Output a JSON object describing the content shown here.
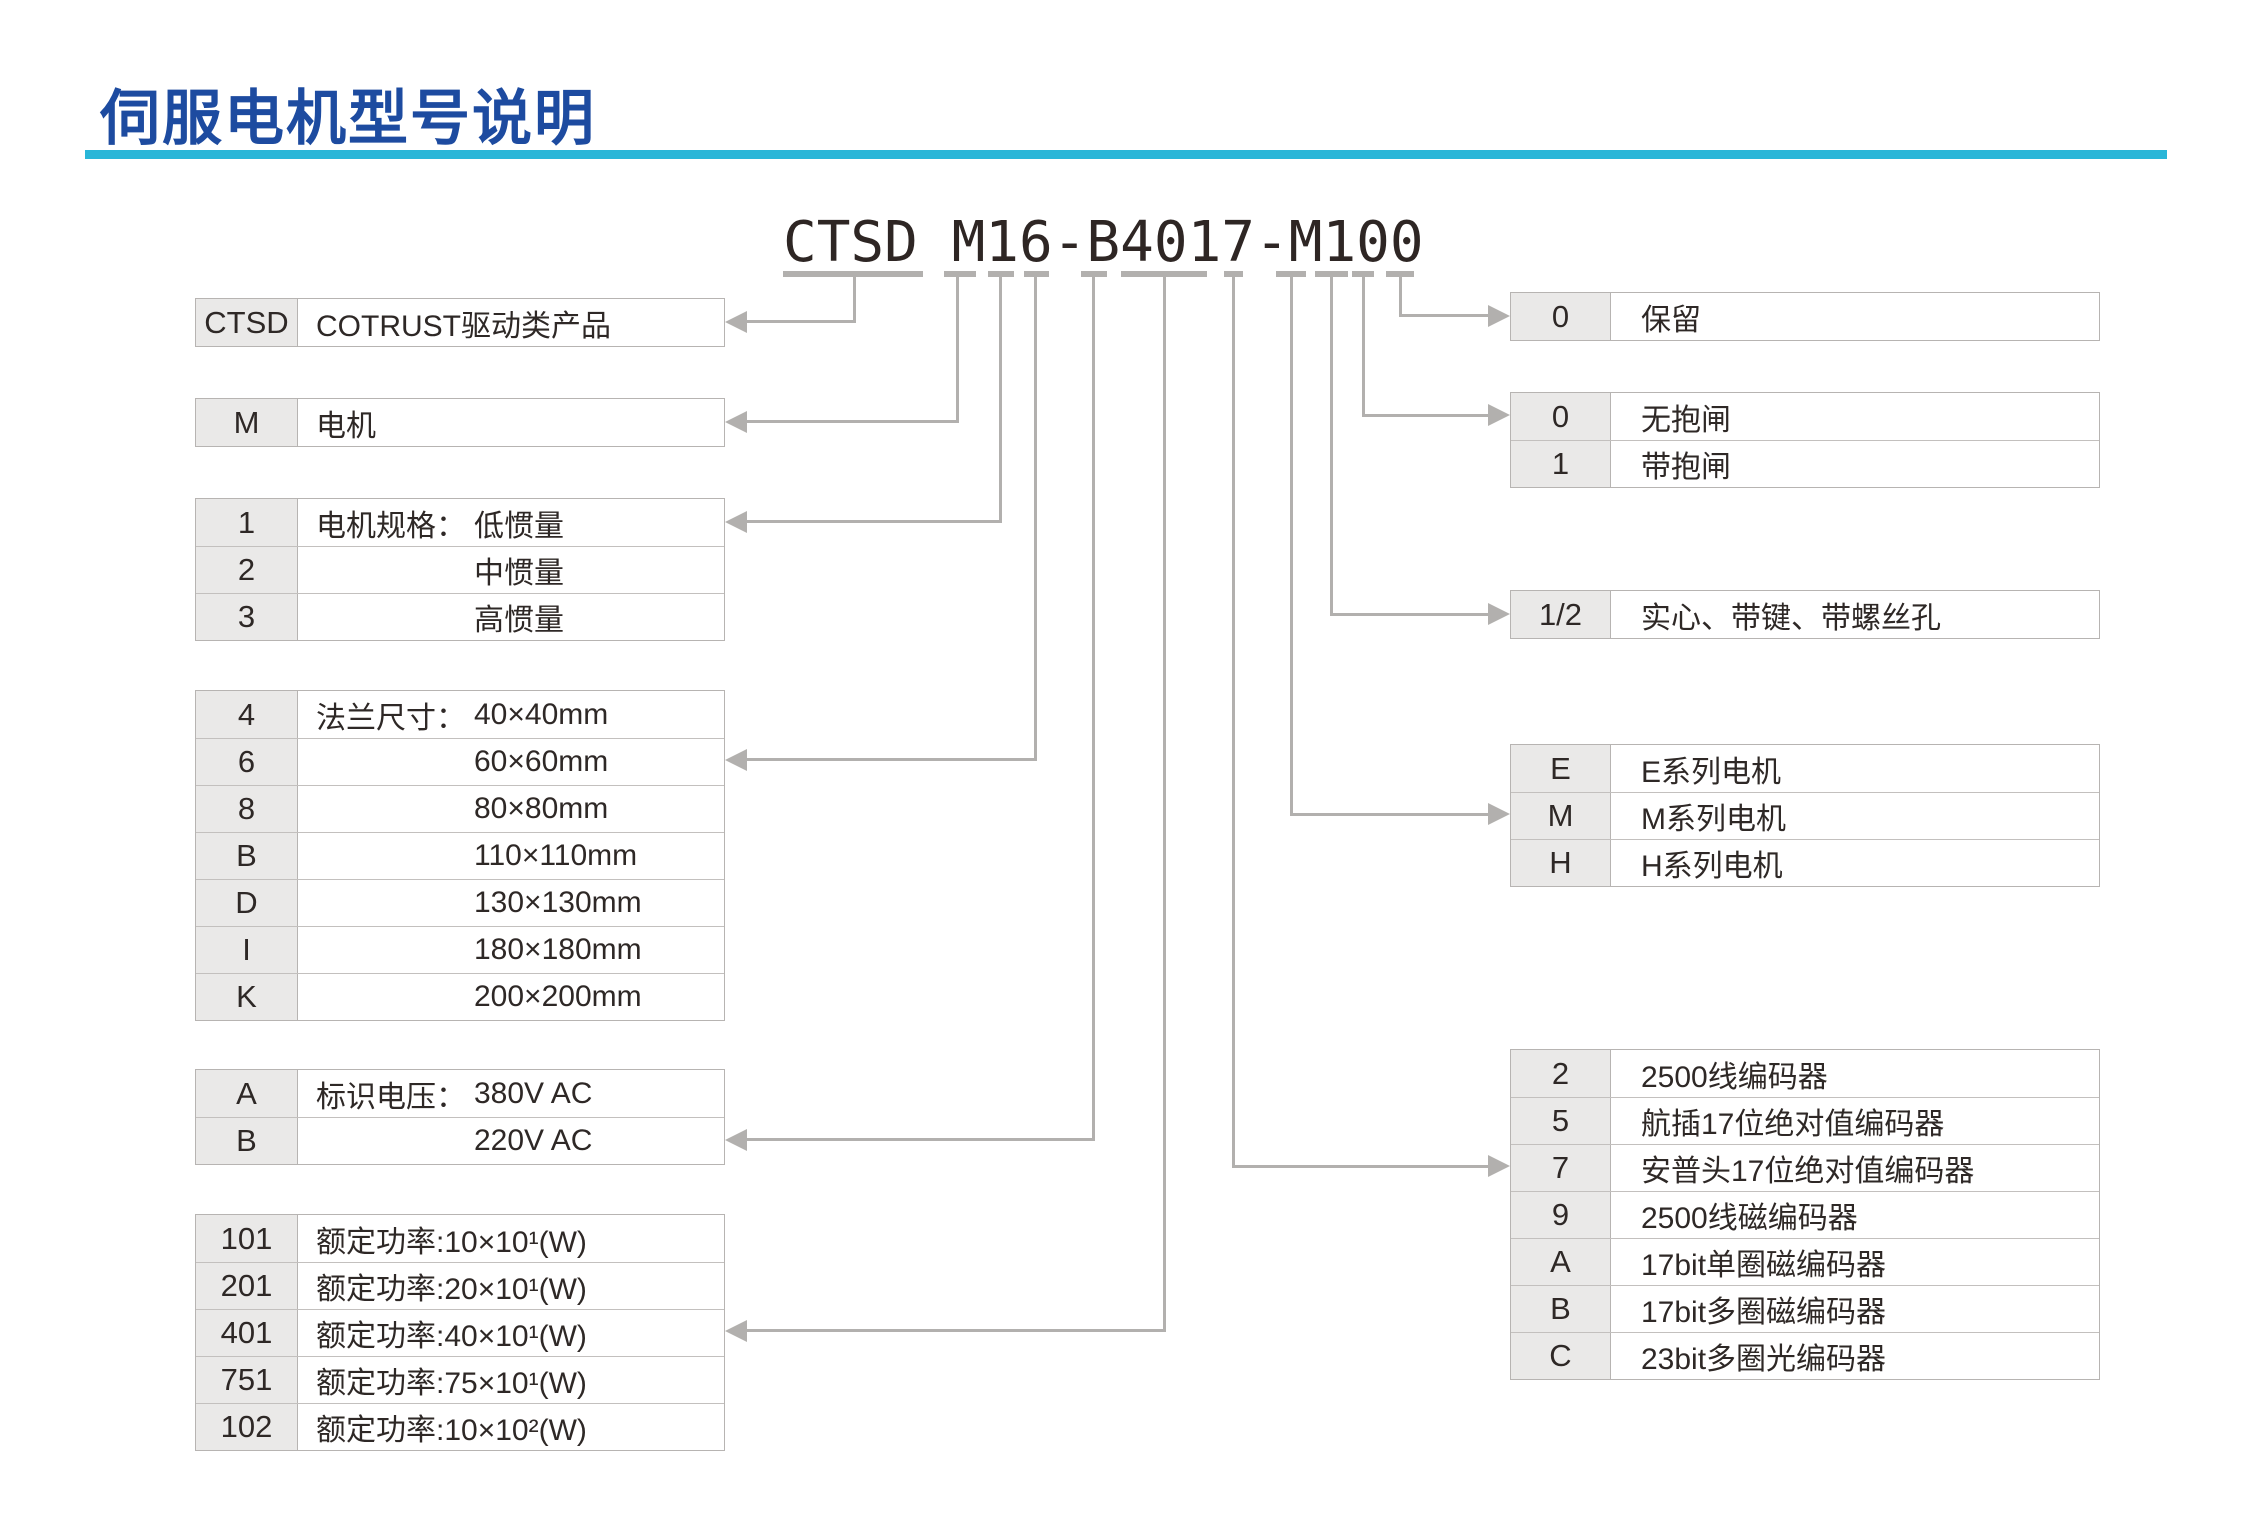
{
  "title": "伺服电机型号说明",
  "model_number": "CTSD M16-B4017-M100",
  "colors": {
    "title_blue": "#1d4ba0",
    "rule_cyan": "#29b6d8",
    "connector_gray": "#b2b0ae"
  },
  "tables": {
    "product": {
      "rows": [
        {
          "key": "CTSD",
          "prefix": "",
          "value": "COTRUST驱动类产品"
        }
      ]
    },
    "motor": {
      "rows": [
        {
          "key": "M",
          "prefix": "",
          "value": "电机"
        }
      ]
    },
    "spec": {
      "rows": [
        {
          "key": "1",
          "prefix": "电机规格：",
          "value": "低惯量"
        },
        {
          "key": "2",
          "prefix": "",
          "value": "中惯量"
        },
        {
          "key": "3",
          "prefix": "",
          "value": "高惯量"
        }
      ]
    },
    "flange": {
      "rows": [
        {
          "key": "4",
          "prefix": "法兰尺寸：",
          "value": "40×40mm"
        },
        {
          "key": "6",
          "prefix": "",
          "value": "60×60mm"
        },
        {
          "key": "8",
          "prefix": "",
          "value": "80×80mm"
        },
        {
          "key": "B",
          "prefix": "",
          "value": "110×110mm"
        },
        {
          "key": "D",
          "prefix": "",
          "value": "130×130mm"
        },
        {
          "key": "I",
          "prefix": "",
          "value": "180×180mm"
        },
        {
          "key": "K",
          "prefix": "",
          "value": "200×200mm"
        }
      ]
    },
    "voltage": {
      "rows": [
        {
          "key": "A",
          "prefix": "标识电压：",
          "value": "380V AC"
        },
        {
          "key": "B",
          "prefix": "",
          "value": "220V AC"
        }
      ]
    },
    "power": {
      "rows": [
        {
          "key": "101",
          "prefix": "额定功率:",
          "value": "10×10¹(W)"
        },
        {
          "key": "201",
          "prefix": "额定功率:",
          "value": "20×10¹(W)"
        },
        {
          "key": "401",
          "prefix": "额定功率:",
          "value": "40×10¹(W)"
        },
        {
          "key": "751",
          "prefix": "额定功率:",
          "value": "75×10¹(W)"
        },
        {
          "key": "102",
          "prefix": "额定功率:",
          "value": "10×10²(W)"
        }
      ]
    },
    "reserved": {
      "rows": [
        {
          "key": "0",
          "value": "保留"
        }
      ]
    },
    "brake": {
      "rows": [
        {
          "key": "0",
          "value": "无抱闸"
        },
        {
          "key": "1",
          "value": "带抱闸"
        }
      ]
    },
    "shaft": {
      "rows": [
        {
          "key": "1/2",
          "value": "实心、带键、带螺丝孔"
        }
      ]
    },
    "series": {
      "rows": [
        {
          "key": "E",
          "value": "E系列电机"
        },
        {
          "key": "M",
          "value": "M系列电机"
        },
        {
          "key": "H",
          "value": "H系列电机"
        }
      ]
    },
    "encoder": {
      "rows": [
        {
          "key": "2",
          "value": "2500线编码器"
        },
        {
          "key": "5",
          "value": "航插17位绝对值编码器"
        },
        {
          "key": "7",
          "value": "安普头17位绝对值编码器"
        },
        {
          "key": "9",
          "value": "2500线磁编码器"
        },
        {
          "key": "A",
          "value": "17bit单圈磁编码器"
        },
        {
          "key": "B",
          "value": "17bit多圈磁编码器"
        },
        {
          "key": "C",
          "value": "23bit多圈光编码器"
        }
      ]
    }
  }
}
